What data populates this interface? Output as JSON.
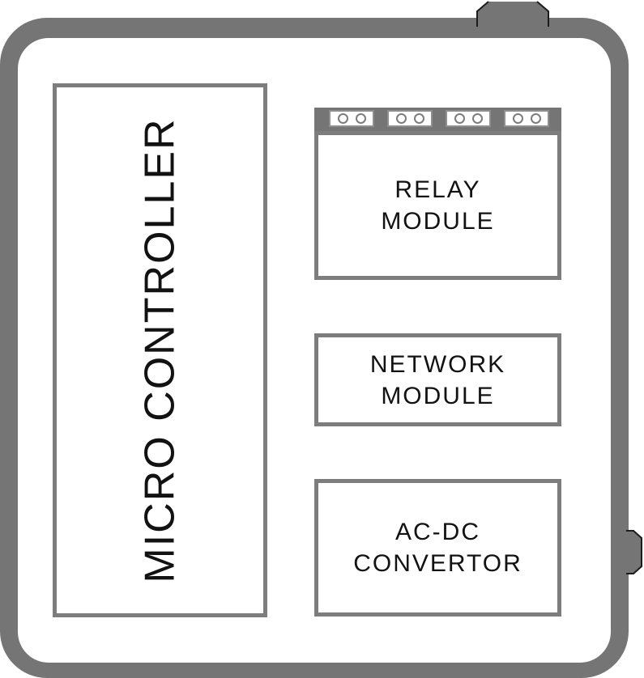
{
  "device": {
    "title": "controller enclosure diagram",
    "colors": {
      "casing": "#757575",
      "box_border": "#7d7d7d",
      "surface": "#ffffff",
      "text": "#121212",
      "terminal_outline": "#8f8f8f"
    },
    "micro_controller": {
      "label": "MICRO CONTROLLER"
    },
    "modules": [
      {
        "id": "relay",
        "label": "RELAY MODULE",
        "has_terminals": true
      },
      {
        "id": "network",
        "label": "NETWORK MODULE",
        "has_terminals": false
      },
      {
        "id": "acdc",
        "label": "AC-DC CONVERTOR",
        "has_terminals": false
      }
    ],
    "terminal_strip": {
      "blocks": 4,
      "holes_per_block": 2
    }
  }
}
